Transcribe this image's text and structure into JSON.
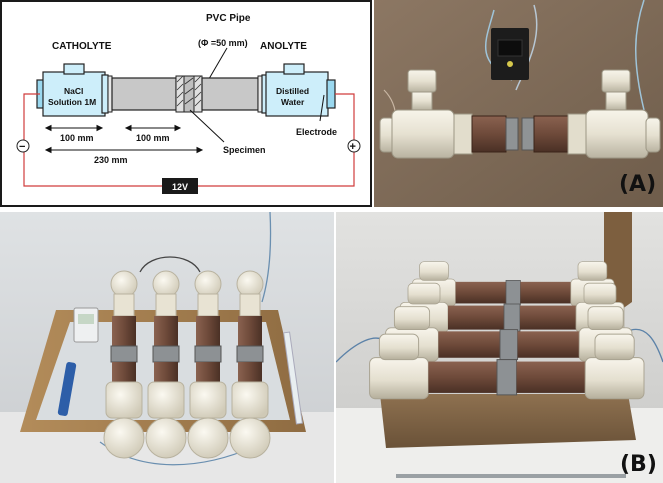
{
  "schematic": {
    "catholyte_label": "CATHOLYTE",
    "anolyte_label": "ANOLYTE",
    "pvc_pipe_label": "PVC Pipe",
    "pvc_diameter_label": "(Φ =50 mm)",
    "catholyte_solution_line1": "NaCl",
    "catholyte_solution_line2": "Solution 1M",
    "anolyte_solution_line1": "Distilled",
    "anolyte_solution_line2": "Water",
    "electrode_label": "Electrode",
    "specimen_label": "Specimen",
    "dim_left": "100 mm",
    "dim_mid": "100 mm",
    "dim_total": "230 mm",
    "minus_sign": "−",
    "plus_sign": "+",
    "voltage_label": "12V"
  },
  "photos": {
    "label_a": "(A)",
    "label_b": "(B)"
  },
  "colors": {
    "vessel_fill": "#cdeefa",
    "pipe_fill": "#c8c8c8",
    "wire": "#d03c3c",
    "pvc_white": "#ece8da",
    "brown_pipe": "#6e4a3a",
    "wood": "#a88455"
  }
}
